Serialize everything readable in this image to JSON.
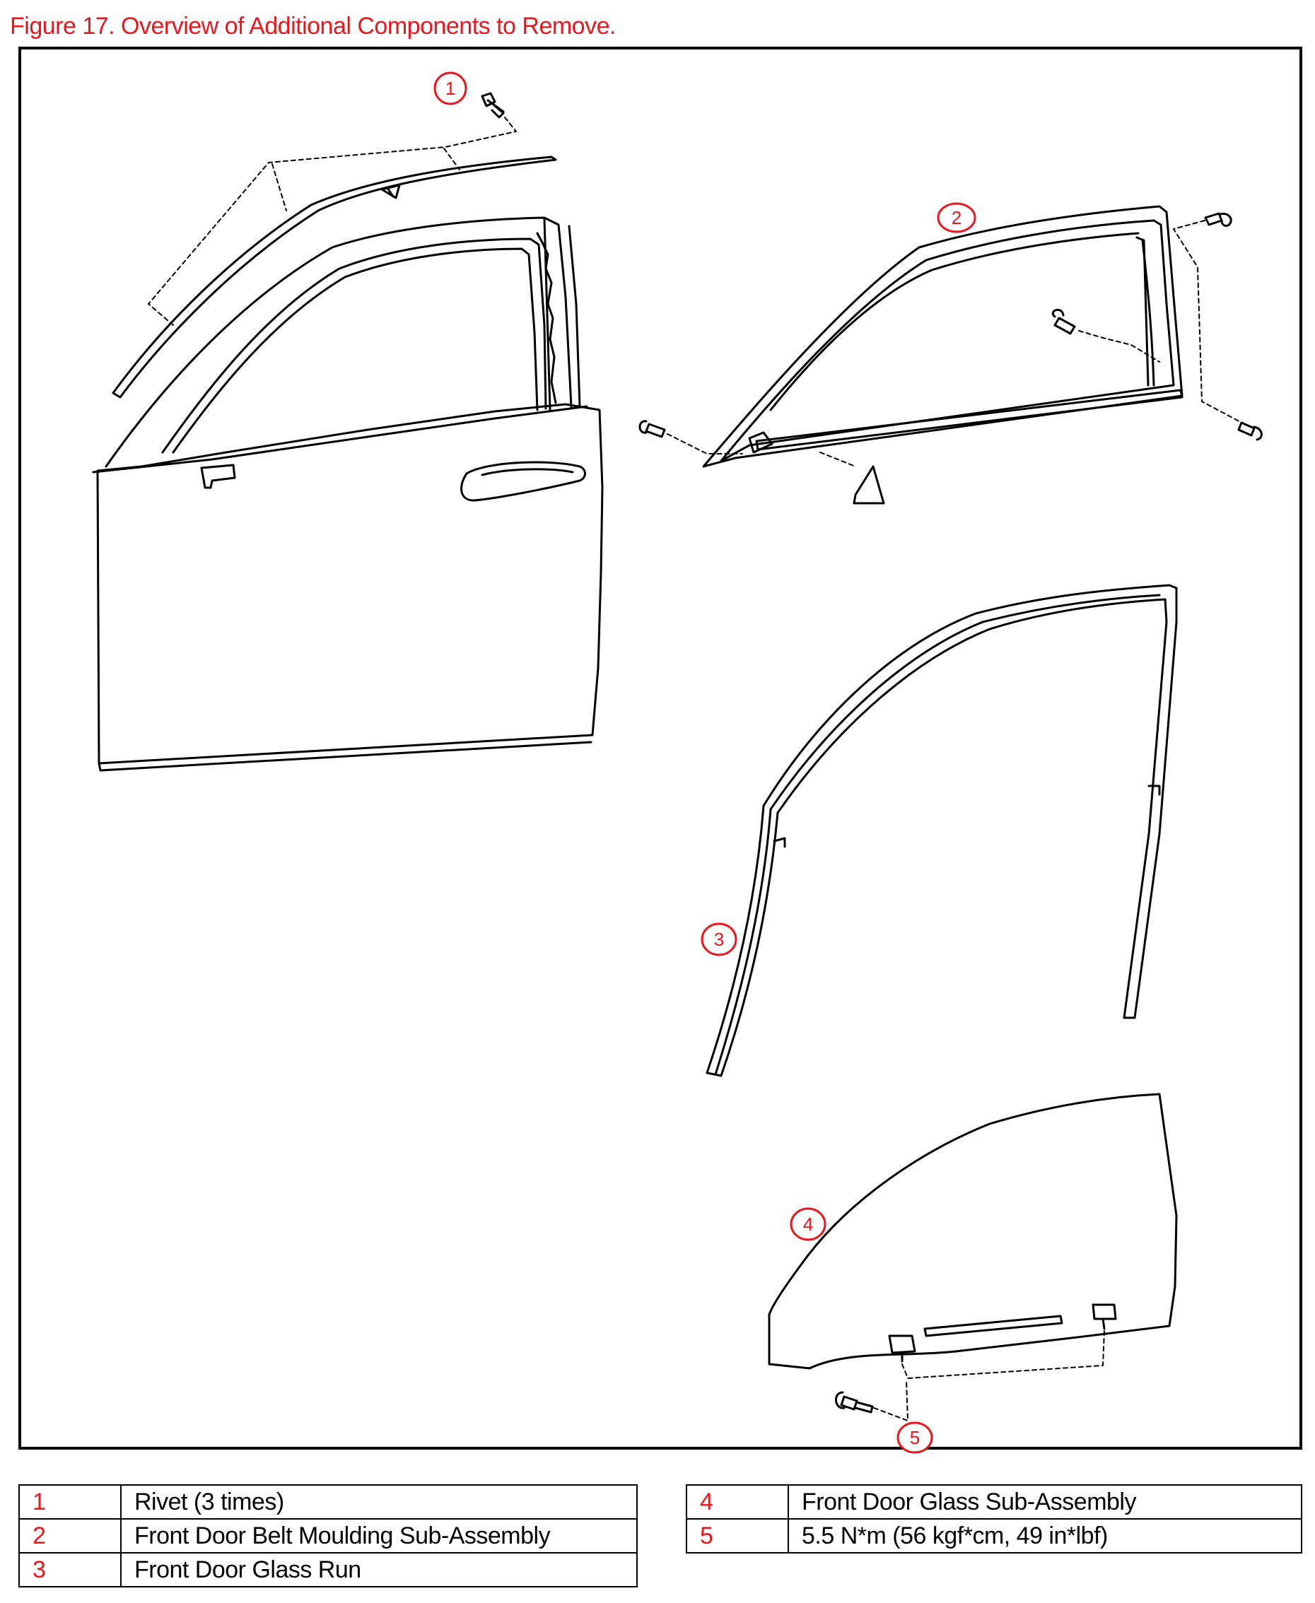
{
  "figure": {
    "title": "Figure 17. Overview of Additional Components to Remove."
  },
  "callouts": [
    "1",
    "2",
    "3",
    "4",
    "5"
  ],
  "legend": {
    "left": [
      {
        "num": "1",
        "desc": "Rivet (3 times)"
      },
      {
        "num": "2",
        "desc": "Front Door Belt Moulding Sub-Assembly"
      },
      {
        "num": "3",
        "desc": "Front Door Glass Run"
      }
    ],
    "right": [
      {
        "num": "4",
        "desc": "Front Door Glass Sub-Assembly"
      },
      {
        "num": "5",
        "desc": "5.5 N*m (56 kgf*cm, 49 in*lbf)"
      }
    ]
  },
  "colors": {
    "accent": "#e8161d",
    "line": "#000000"
  }
}
